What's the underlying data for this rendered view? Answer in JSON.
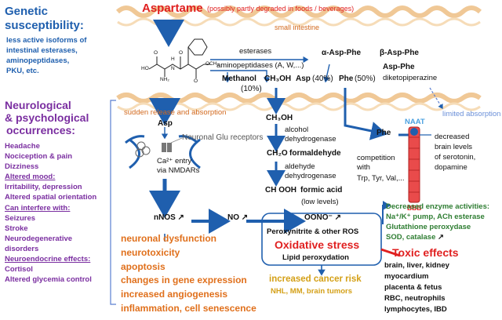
{
  "colors": {
    "blue": "#1f5fae",
    "purple": "#7a2ea0",
    "orange": "#e0701c",
    "red": "#e02020",
    "green": "#2e7d32",
    "gold": "#d4a017",
    "membrane": "#f0c896",
    "bbb": "#e94b4b"
  },
  "title": {
    "main": "Aspartame",
    "sub": "(possibly partly degraded in foods / beverages)"
  },
  "genetic": {
    "heading_1": "Genetic",
    "heading_2": "susceptibility:",
    "lines": [
      "less active isoforms of",
      "intestinal esterases,",
      "aminopeptidases,",
      "PKU, etc."
    ]
  },
  "neuro": {
    "heading_1": "Neurological",
    "heading_2": "& psychological",
    "heading_3": "occurrences:",
    "items": [
      "Headache",
      "Nociception & pain",
      "Dizziness"
    ],
    "altered_mood_label": "Altered mood:",
    "altered_mood_items": [
      "Irritability, depression",
      "Altered spatial orientation"
    ],
    "interfere_label": "Can interfere with:",
    "interfere_items": [
      "Seizures",
      "Stroke",
      "Neurodegenerative",
      "disorders"
    ],
    "endocrine_label": "Neuroendocrine effects:",
    "endocrine_items": [
      "Cortisol",
      "Altered glycemia control"
    ]
  },
  "intestine": {
    "small_intestine": "small intestine",
    "esterases": "esterases",
    "aminopeptidases": "aminopeptidases (A, W,...)",
    "alpha_asp_phe": "α-Asp-Phe",
    "beta_asp_phe": "β-Asp-Phe",
    "asp_phe": "Asp-Phe",
    "dkp": "diketopiperazine",
    "methanol": "Methanol",
    "methanol_pct": "(10%)",
    "ch3oh": "CH₃OH",
    "asp": "Asp",
    "asp_pct": "(40%)",
    "phe": "Phe",
    "phe_pct": "(50%)"
  },
  "absorption": {
    "sudden": "sudden release and absorption",
    "limited": "limited absorption"
  },
  "synapse": {
    "asp": "Asp",
    "receptors": "Neuronal Glu receptors",
    "ca_entry_1": "Ca²⁺ entry",
    "ca_entry_2": "via NMDARs"
  },
  "methanol_path": {
    "ch3oh": "CH₃OH",
    "enzyme1_1": "alcohol",
    "enzyme1_2": "dehydrogenase",
    "ch2o": "CH₂O",
    "ch2o_name": "formaldehyde",
    "enzyme2_1": "aldehyde",
    "enzyme2_2": "dehydrogenase",
    "chooh": "CH OOH",
    "chooh_name": "formic acid",
    "low_levels": "(low levels)"
  },
  "phe_path": {
    "phe": "Phe",
    "naat": "NAAT",
    "competition_1": "competition",
    "competition_2": "with",
    "competition_3": "Trp, Tyr, Val,...",
    "bbb": "BBB",
    "decreased_1": "decreased",
    "decreased_2": "brain levels",
    "decreased_3": "of serotonin,",
    "decreased_4": "dopamine"
  },
  "no_path": {
    "nnos": "nNOS",
    "no": "NO",
    "oono": "OONO⁻",
    "peroxynitrite": "Peroxynitrite & other ROS",
    "oxidative_stress": "Oxidative stress",
    "lipid": "Lipid peroxydation"
  },
  "enzymes": {
    "heading": "Decreased enzyme activities:",
    "lines": [
      "Na⁺/K⁺ pump, ACh esterase",
      "Glutathione peroxydase",
      "SOD, catalase"
    ]
  },
  "toxic": {
    "heading": "Toxic effects",
    "lines": [
      "brain, liver, kidney",
      "myocardium",
      "placenta & fetus",
      "RBC, neutrophils",
      "lymphocytes, IBD"
    ]
  },
  "outcomes": {
    "lines": [
      "neuronal dysfunction",
      "neurotoxicity",
      "apoptosis",
      "changes in gene expression",
      "increased angiogenesis",
      "inflammation, cell senescence"
    ]
  },
  "cancer": {
    "title": "increased cancer risk",
    "detail": "NHL, MM, brain tumors"
  },
  "molecule": {
    "atoms": [
      "HO",
      "O",
      "NH₂",
      "H",
      "N",
      "O",
      "OCH₃",
      "O"
    ]
  }
}
